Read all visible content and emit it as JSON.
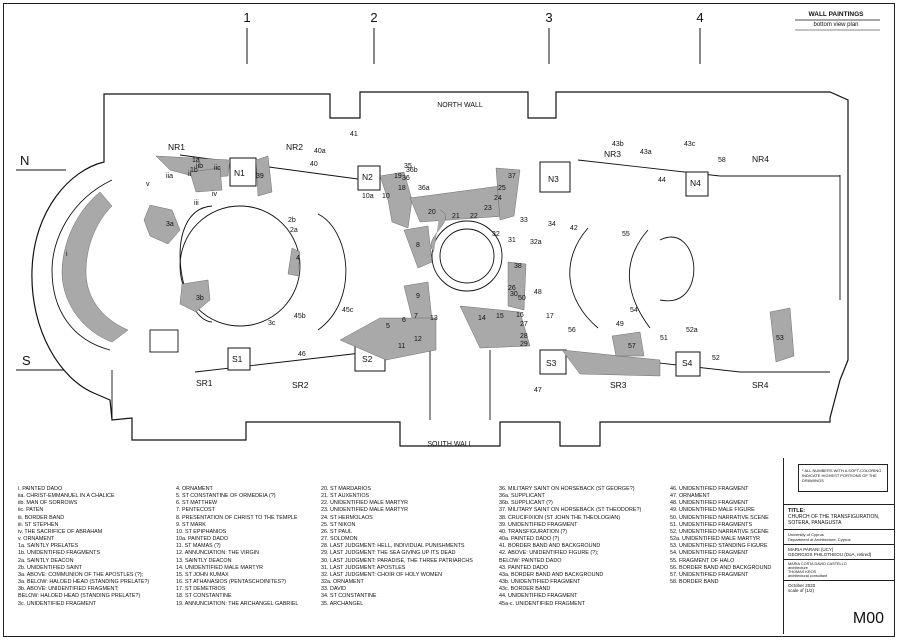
{
  "header": {
    "title": "WALL PAINTINGS",
    "subtitle": "bottom view plan"
  },
  "grid_numbers": [
    "1",
    "2",
    "3",
    "4"
  ],
  "compass": {
    "north": "N",
    "south": "S"
  },
  "walls": {
    "north": "NORTH WALL",
    "south": "SOUTH WALL"
  },
  "bays": [
    "NR1",
    "NR2",
    "NR3",
    "NR4",
    "SR1",
    "SR2",
    "SR3",
    "SR4",
    "N1",
    "N2",
    "N3",
    "N4",
    "S1",
    "S2",
    "S3",
    "S4"
  ],
  "labels": [
    "i",
    "ii",
    "iia",
    "iib",
    "iic",
    "iii",
    "iv",
    "v",
    "1a",
    "1b",
    "2a",
    "2b",
    "3a",
    "3b",
    "3c",
    "4",
    "5",
    "6",
    "7",
    "8",
    "9",
    "10",
    "10a",
    "11",
    "12",
    "13",
    "14",
    "15",
    "16",
    "17",
    "18",
    "19",
    "20",
    "21",
    "22",
    "23",
    "24",
    "25",
    "26",
    "27",
    "28",
    "29",
    "30",
    "31",
    "32",
    "32a",
    "33",
    "34",
    "35",
    "36",
    "36a",
    "36b",
    "37",
    "38",
    "39",
    "40",
    "40a",
    "41",
    "42",
    "43a",
    "43b",
    "43c",
    "44",
    "45b",
    "45c",
    "46",
    "47",
    "48",
    "49",
    "50",
    "51",
    "52",
    "52a",
    "53",
    "54",
    "55",
    "56",
    "57",
    "58"
  ],
  "legend": [
    [
      "i. PAINTED DADO",
      "iia. CHRIST-EMMANUEL IN A CHALICE",
      "iib. MAN OF SORROWS",
      "iic. PATEN",
      "iii. BORDER BAND",
      "iii. ST STEPHEN",
      "iv. THE SACRIFICE OF ABRAHAM",
      "v. ORNAMENT",
      "1a. SAINTLY PRELATES",
      "1b. UNIDENTIFIED FRAGMENTS",
      "2a. SAINTLY DEACON",
      "2b. UNIDENTIFIED SAINT",
      "3a. ABOVE: COMMUNION OF THE APOSTLES (?);",
      "3a. BELOW: HALOED HEAD (STANDING PRELATE?)",
      "3b. ABOVE: UNIDENTIFIED FRAGMENT;",
      "      BELOW: HALOED HEAD (STANDING PRELATE?)",
      "3c. UNIDENTIFIED FRAGMENT"
    ],
    [
      "4. ORNAMENT",
      "5. ST CONSTANTINE OF ORMEDEIA (?)",
      "6. ST MATTHEW",
      "7. PENTECOST",
      "8. PRESENTATION OF CHRIST TO THE TEMPLE",
      "9. ST MARK",
      "10. ST EPIPHANIOS",
      "10a. PAINTED DADO",
      "11. ST MAMAS (?)",
      "12. ANNUNCIATION: THE VIRGIN",
      "13. SAINTLY DEACON",
      "14. UNIDENTIFIED MALE MARTYR",
      "15. ST JOHN KUMAX",
      "16. ST ATHANASIOS (PENTASCHOINITES?)",
      "17. ST DEMETRIOS",
      "18. ST CONSTANTINE",
      "19. ANNUNCIATION: THE ARCHANGEL GABRIEL"
    ],
    [
      "20. ST MARDARIOS",
      "21. ST AUXENTIOS",
      "22. UNIDENTIFIED MALE MARTYR",
      "23. UNIDENTIFIED MALE MARTYR",
      "24. ST HERMOLAOS",
      "25. ST NIKON",
      "26. ST PAUL",
      "27. SOLOMON",
      "28. LAST JUDGMENT: HELL, INDIVIDUAL PUNISHMENTS",
      "29. LAST JUDGMENT: THE SEA GIVING UP ITS DEAD",
      "30. LAST JUDGMENT: PARADISE, THE THREE PATRIARCHS",
      "31. LAST JUDGMENT: APOSTLES",
      "32. LAST JUDGMENT: CHOIR OF HOLY WOMEN",
      "32a. ORNAMENT",
      "33. DAVID",
      "34. ST CONSTANTINE",
      "35. ARCHANGEL"
    ],
    [
      "36. MILITARY SAINT ON HORSEBACK (ST GEORGE?)",
      "36a. SUPPLICANT",
      "36b. SUPPLICANT (?)",
      "37. MILITARY SAINT ON HORSEBACK (ST THEODORE?)",
      "38. CRUCIFIXION (ST JOHN THE THEOLOGIAN)",
      "39. UNIDENTIFIED FRAGMENT",
      "40. TRANSFIGURATION (?)",
      "40a. PAINTED DADO (?)",
      "41. BORDER BAND AND BACKGROUND",
      "42. ABOVE: UNIDENTIFIED FIGURE (?);",
      "      BELOW: PAINTED DADO",
      "43. PAINTED DADO",
      "43a. BORDER BAND AND BACKGROUND",
      "43b. UNIDENTIFIED FRAGMENT",
      "43c. BORDER BAND",
      "44. UNIDENTIFIED FRAGMENT",
      "45a-c. UNIDENTIFIED FRAGMENT"
    ],
    [
      "46. UNIDENTIFIED FRAGMENT",
      "47. ORNAMENT",
      "48. UNIDENTIFIED FRAGMENT",
      "49. UNIDENTIFIED MALE FIGURE",
      "50. UNIDENTIFIED NARRATIVE SCENE",
      "51. UNIDENTIFIED FRAGMENTS",
      "52. UNIDENTIFIED NARRATIVE SCENE",
      "52a. UNIDENTIFIED MALE MARTYR",
      "53. UNIDENTIFIED STANDING FIGURE",
      "54. UNIDENTIFIED FRAGMENT",
      "55. FRAGMENT OF HALO",
      "56. BORDER BAND AND BACKGROUND",
      "57. UNIDENTIFIED FRAGMENT",
      "58. BORDER BAND"
    ]
  ],
  "titleblock": {
    "note": "* ALL NUMBERS WITH A SOFT-COLORING INDICATE HIGHEST PORTIONS OF THE DRAWINGS",
    "title_label": "TITLE:",
    "title_lines": [
      "CHURCH OF THE TRANSFIGURATION,",
      "SOTERA, PANAGUSTA"
    ],
    "org": [
      "University of Cyprus",
      "Department of Architecture, Cyprus"
    ],
    "authors": [
      "MARIA PARANI (UCY)",
      "GEORGIOS PHILOTHEOU (DoA, retired)"
    ],
    "drawn": [
      "MARIA COSTA DAVID CASTELLO",
      "architecture",
      "THOMAS KROS",
      "architectural consultant"
    ],
    "date": "October 2020",
    "scale": "scale of (1/2)",
    "sheet": "M00"
  },
  "colors": {
    "paint_fill": "#a9a9a9",
    "line": "#111111"
  }
}
